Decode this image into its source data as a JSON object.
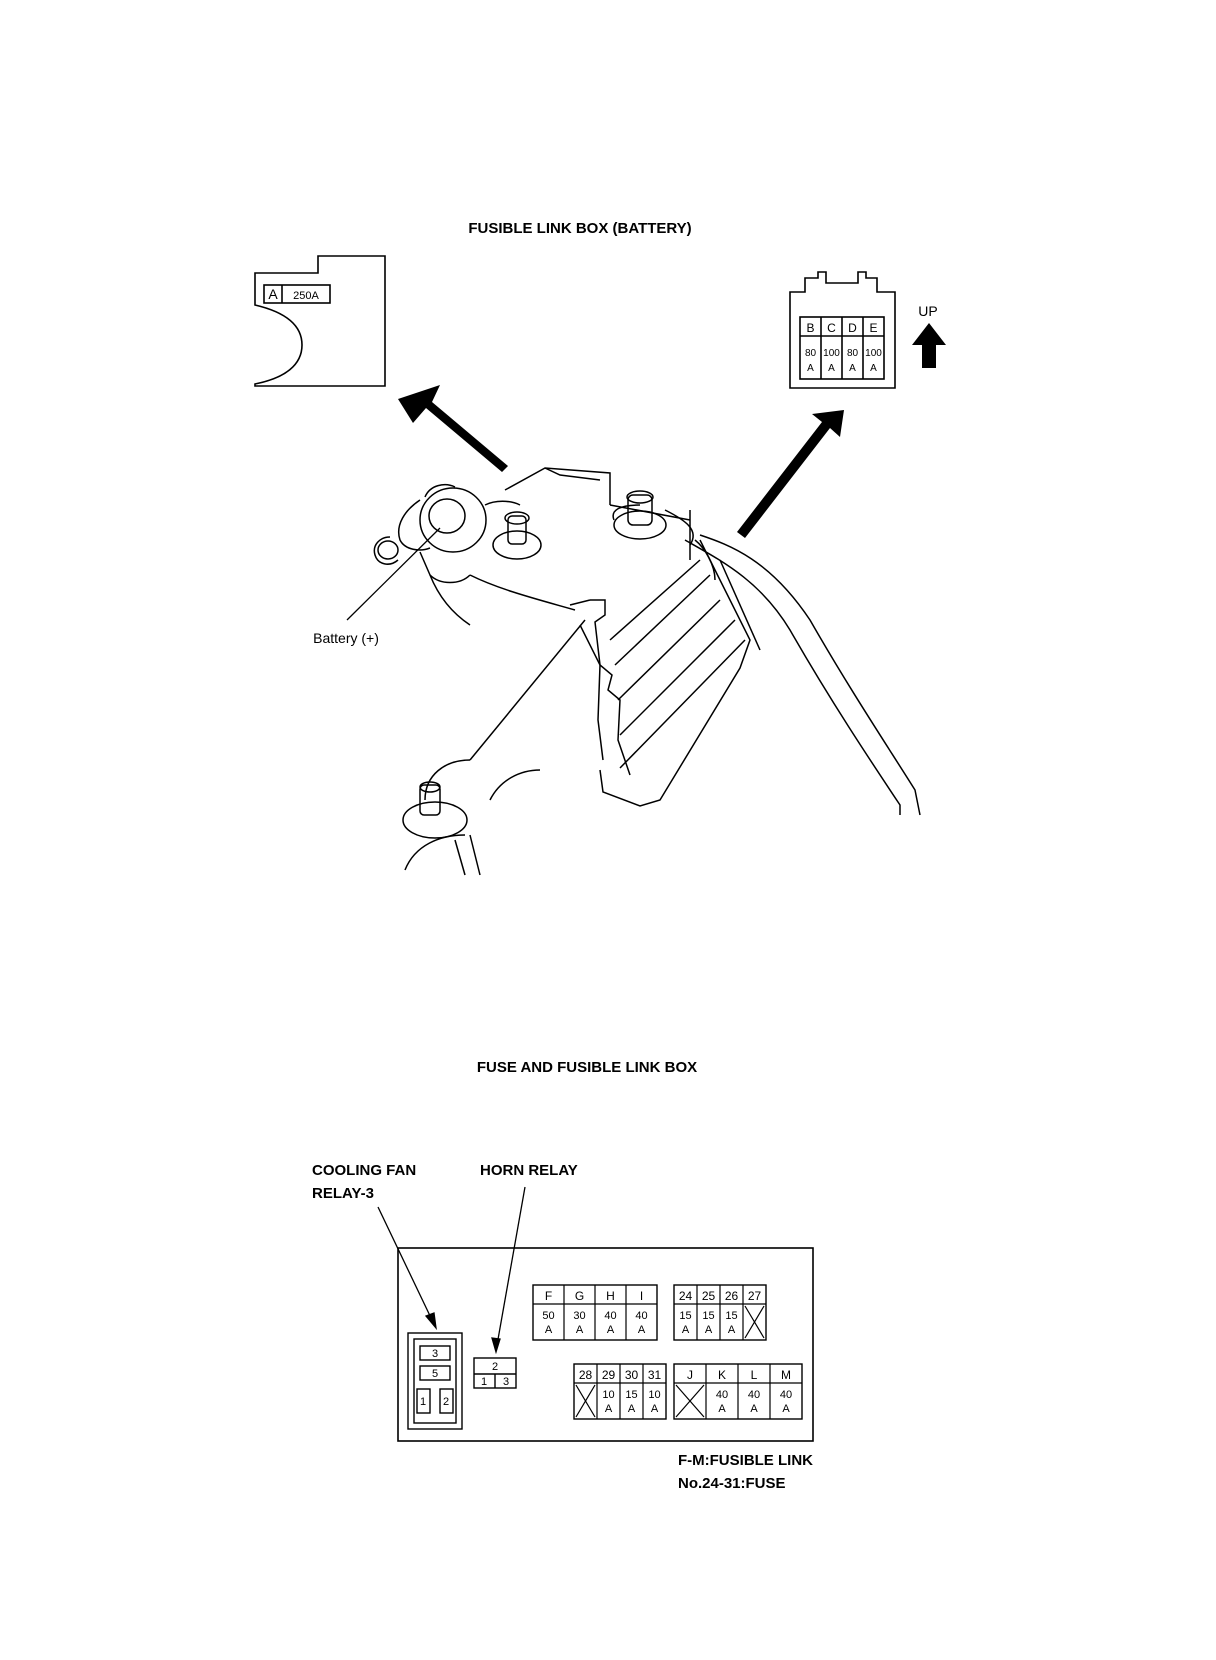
{
  "top_section": {
    "title": "FUSIBLE LINK BOX (BATTERY)",
    "battery_label": "Battery (+)",
    "up_label": "UP",
    "left_box": {
      "letter": "A",
      "rating": "250A"
    },
    "right_box": {
      "letters": [
        "B",
        "C",
        "D",
        "E"
      ],
      "ratings": [
        "80",
        "100",
        "80",
        "100"
      ],
      "unit": "A"
    }
  },
  "bottom_section": {
    "title": "FUSE AND FUSIBLE LINK BOX",
    "cooling_fan_label_1": "COOLING FAN",
    "cooling_fan_label_2": "RELAY-3",
    "horn_relay_label": "HORN RELAY",
    "cooling_fan_relay_terminals": [
      "3",
      "5",
      "1",
      "2"
    ],
    "horn_relay_terminals": [
      "2",
      "1",
      "3"
    ],
    "fuse_group_1": {
      "letters": [
        "F",
        "G",
        "H",
        "I"
      ],
      "ratings": [
        "50",
        "30",
        "40",
        "40"
      ],
      "unit": "A"
    },
    "fuse_group_2": {
      "numbers": [
        "24",
        "25",
        "26",
        "27"
      ],
      "ratings": [
        "15",
        "15",
        "15",
        ""
      ],
      "unit": "A"
    },
    "fuse_group_3": {
      "numbers": [
        "28",
        "29",
        "30",
        "31"
      ],
      "ratings": [
        "",
        "10",
        "15",
        "10"
      ],
      "unit": "A"
    },
    "fuse_group_4": {
      "letters": [
        "J",
        "K",
        "L",
        "M"
      ],
      "ratings": [
        "",
        "40",
        "40",
        "40"
      ],
      "unit": "A"
    },
    "note_1": "F-M:FUSIBLE LINK",
    "note_2": "No.24-31:FUSE"
  }
}
